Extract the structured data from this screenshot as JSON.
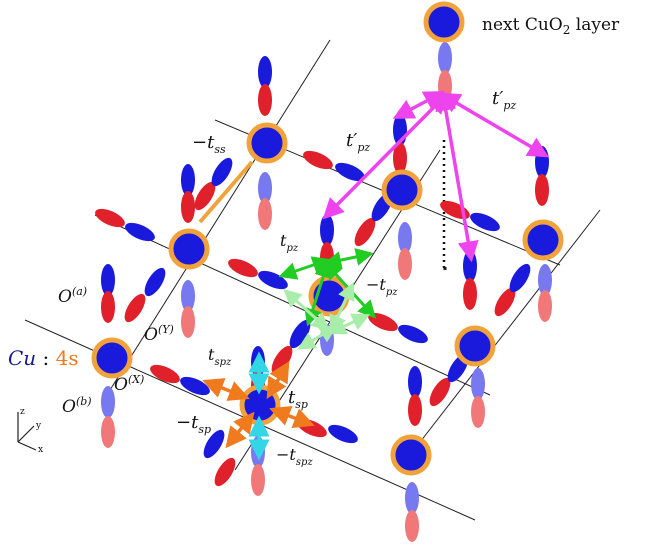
{
  "colors": {
    "cu_fill": "#1a1adc",
    "cu_ring": "#f2a23a",
    "o_red": "#e0202a",
    "o_blue": "#1a1adc",
    "o_light_red": "#f07878",
    "o_light_blue": "#7878f0",
    "hop_pz": "#22cc22",
    "hop_pz_back": "#a8eeaa",
    "hop_pz_prime": "#ee44ee",
    "hop_ss": "#f2a23a",
    "hop_sp": "#f07a1e",
    "hop_spz": "#33d6e6",
    "bond_line": "#222222"
  },
  "labels": {
    "next_layer": "next CuO",
    "next_layer_sub": "2",
    "next_layer_suffix": "layer",
    "t_pz_prime_right": "t′",
    "t_pz_prime_right_sub": "pz",
    "t_pz_prime_left": "t′",
    "t_pz_prime_left_sub": "pz",
    "minus_t_ss": "−t",
    "minus_t_ss_sub": "ss",
    "t_pz": "t",
    "t_pz_sub": "pz",
    "minus_t_pz": "−t",
    "minus_t_pz_sub": "pz",
    "o_a": "O",
    "o_a_sup": "(a)",
    "o_y": "O",
    "o_y_sup": "(Y)",
    "o_x": "O",
    "o_x_sup": "(X)",
    "o_b": "O",
    "o_b_sup": "(b)",
    "cu": "Cu",
    "cu_colon": " : ",
    "cu_orbital": "4s",
    "t_spz": "t",
    "t_spz_sub": "spz",
    "t_sp": "t",
    "t_sp_sub": "sp",
    "minus_t_sp": "−t",
    "minus_t_sp_sub": "sp",
    "minus_t_spz": "−t",
    "minus_t_spz_sub": "spz",
    "axis_z": "z",
    "axis_y": "y",
    "axis_x": "x"
  }
}
